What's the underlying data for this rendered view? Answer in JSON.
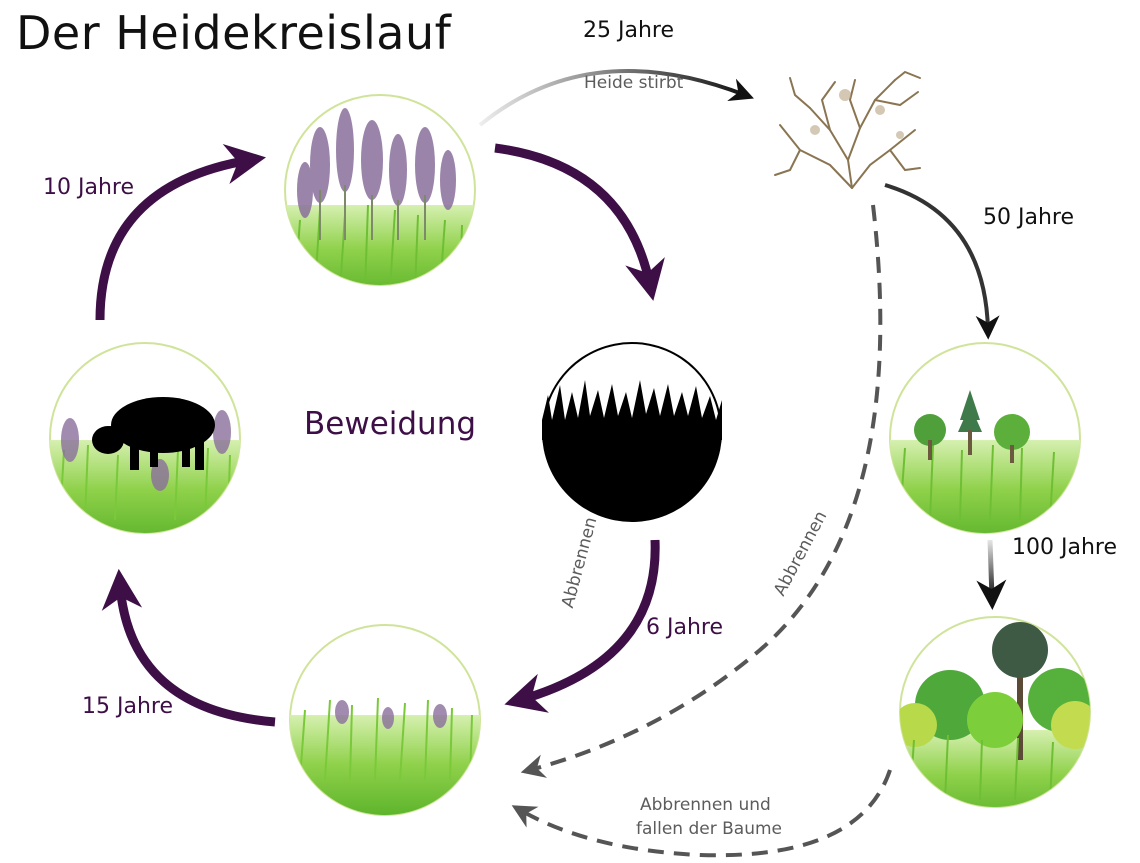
{
  "title": "Der Heidekreislauf",
  "center_label": "Beweidung",
  "labels": {
    "y25": "25 Jahre",
    "heide_stirbt": "Heide stirbt",
    "y50": "50 Jahre",
    "y100": "100 Jahre",
    "y10": "10 Jahre",
    "y15": "15 Jahre",
    "y6": "6 Jahre",
    "abbrennen_1": "Abbrennen",
    "abbrennen_2": "Abbrennen",
    "abbrennen_und": "Abbrennen und",
    "fallen_der_baume": "fallen der Baume"
  },
  "stages": [
    {
      "name": "heather-blooming"
    },
    {
      "name": "burnt-ground"
    },
    {
      "name": "young-heather"
    },
    {
      "name": "sheep-grazing"
    },
    {
      "name": "dead-heather"
    },
    {
      "name": "young-trees"
    },
    {
      "name": "forest"
    }
  ],
  "colors": {
    "purple": "#3e0f47",
    "grass": "#7ac93a",
    "ring": "#cfe49a",
    "dark_arrow": "#222222",
    "dashed": "#555555"
  }
}
